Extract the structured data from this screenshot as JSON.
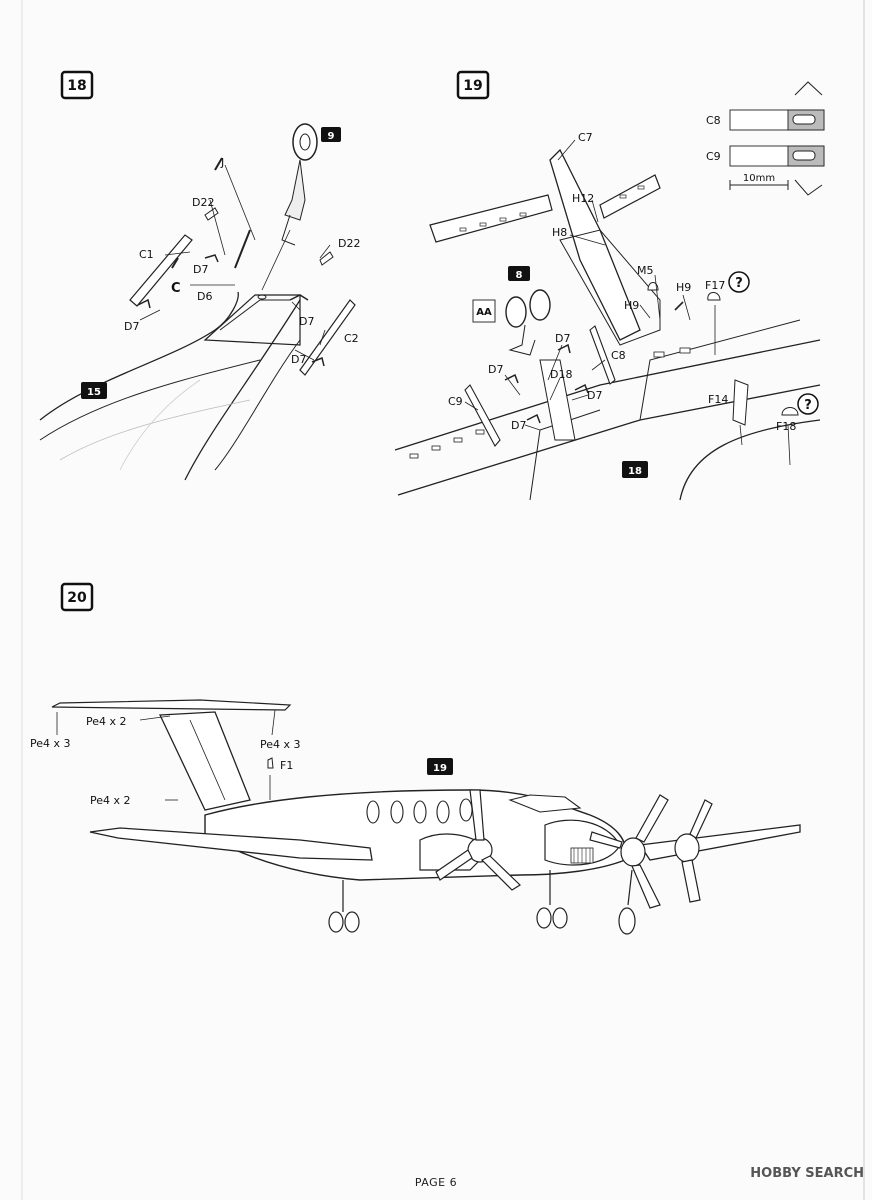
{
  "page": {
    "footer": "PAGE 6"
  },
  "watermark": {
    "brand": "HOBBY SEARCH"
  },
  "steps": {
    "s18": {
      "number": "18"
    },
    "s19": {
      "number": "19"
    },
    "s20": {
      "number": "20"
    }
  },
  "step18": {
    "ref_wheel": "9",
    "ref_fuselage": "15",
    "labels": {
      "j": "J",
      "d22a": "D22",
      "d22b": "D22",
      "c1": "C1",
      "c": "C",
      "d7a": "D7",
      "d6": "D6",
      "d7b": "D7",
      "d7c": "D7",
      "c2": "C2",
      "d7d": "D7"
    }
  },
  "step19": {
    "ref_wheel": "8",
    "ref_prev": "18",
    "aa_badge": "AA",
    "labels": {
      "c7": "C7",
      "h12": "H12",
      "h8": "H8",
      "m5": "M5",
      "h9a": "H9",
      "h9b": "H9",
      "f17": "F17",
      "d7a": "D7",
      "c8": "C8",
      "d7b": "D7",
      "d18": "D18",
      "c9": "C9",
      "d7c": "D7",
      "d7d": "D7",
      "f14": "F14",
      "f18": "F18"
    },
    "inset": {
      "c8": "C8",
      "c9": "C9",
      "dim": "10mm"
    },
    "question": "?"
  },
  "step20": {
    "ref_prev": "19",
    "labels": {
      "pe4x2_top": "Pe4 x 2",
      "pe4x3_left": "Pe4 x 3",
      "pe4x3_right": "Pe4 x 3",
      "f1": "F1",
      "pe4x2_mid": "Pe4 x 2"
    }
  }
}
